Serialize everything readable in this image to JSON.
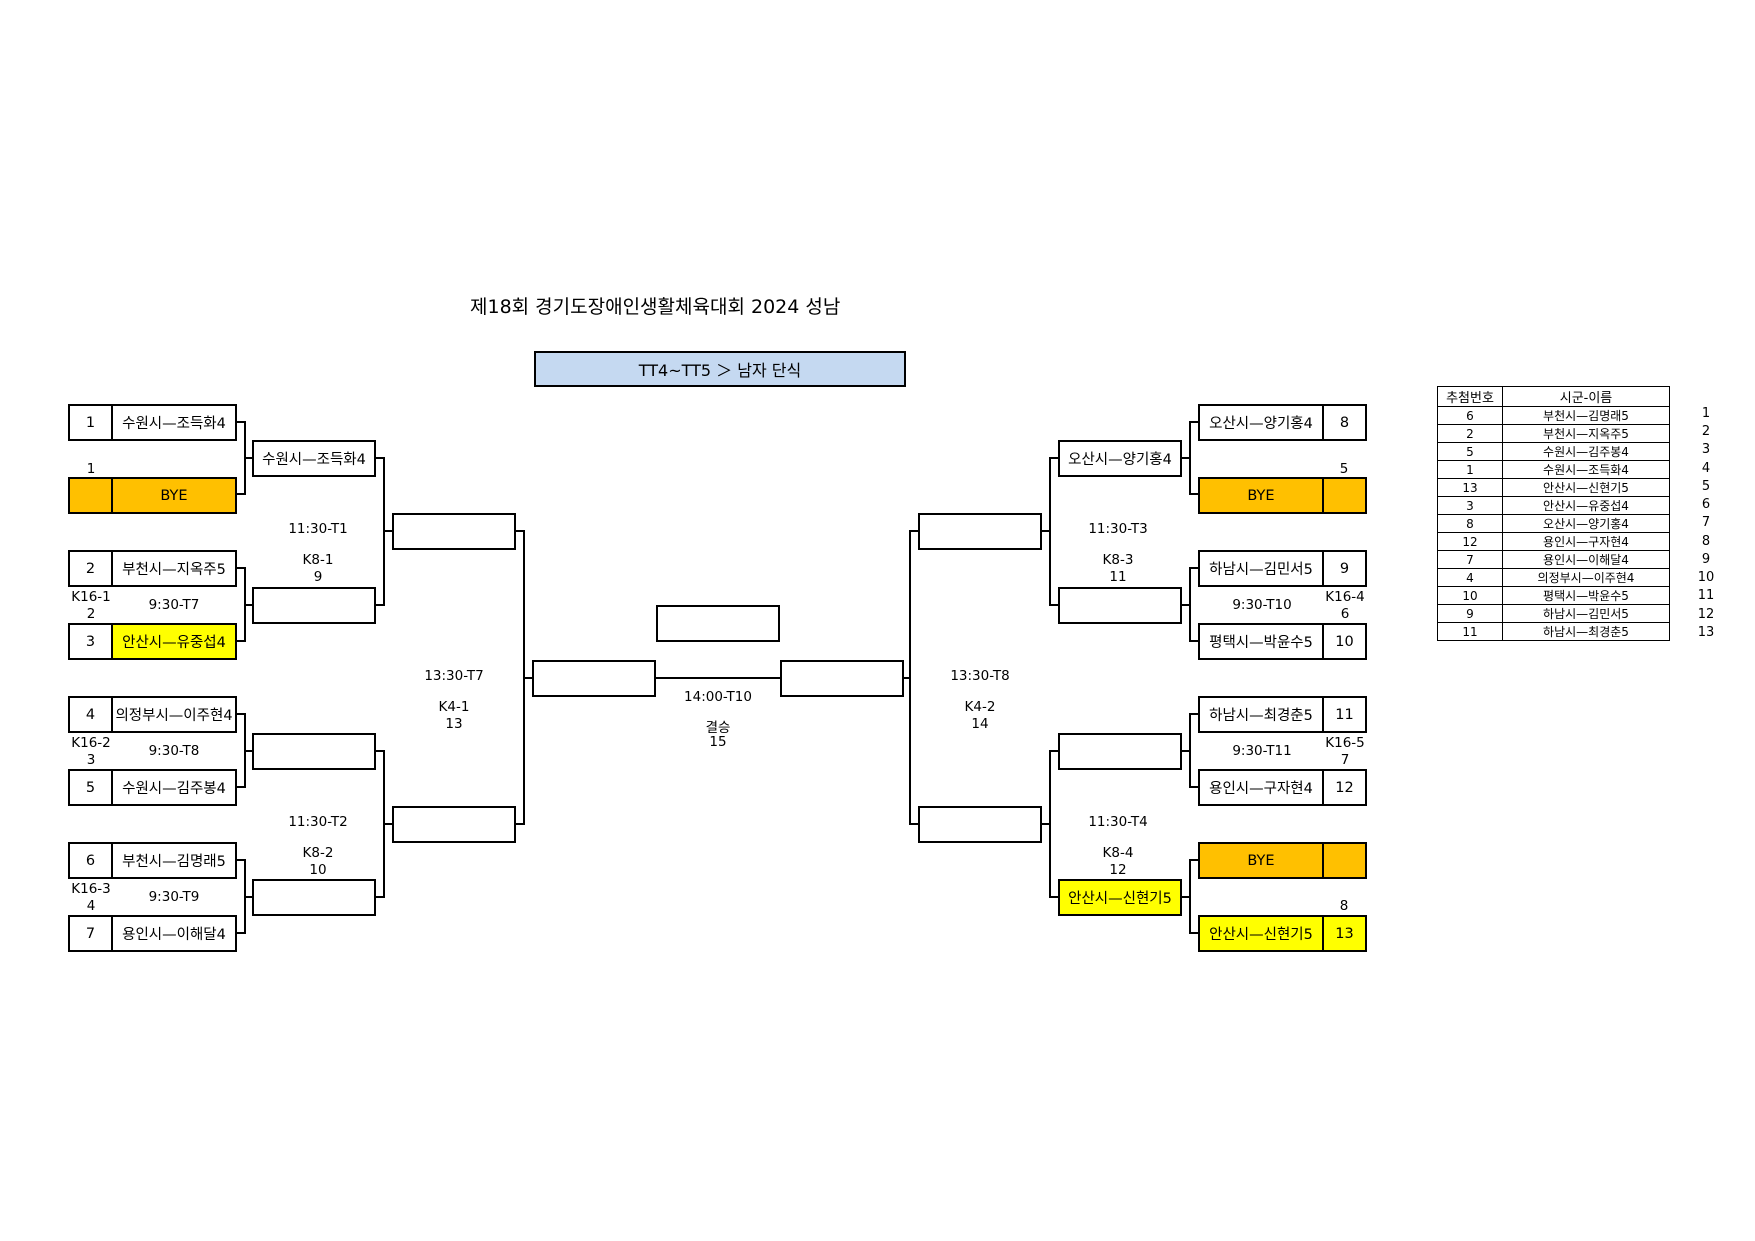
{
  "title": "제18회 경기도장애인생활체육대회 2024 성남",
  "event": "TT4~TT5 ＞ 남자 단식",
  "colors": {
    "bye": "#ffc000",
    "highlight": "#ffff00",
    "event_bg": "#c5d9f1"
  },
  "entries": {
    "L1": {
      "seed": "1",
      "name": "수원시—조득화4"
    },
    "L2": {
      "seed": "",
      "name": "BYE"
    },
    "L3": {
      "seed": "2",
      "name": "부천시—지옥주5"
    },
    "L4": {
      "seed": "3",
      "name": "안산시—유중섭4"
    },
    "L5": {
      "seed": "4",
      "name": "의정부시—이주현4"
    },
    "L6": {
      "seed": "5",
      "name": "수원시—김주봉4"
    },
    "L7": {
      "seed": "6",
      "name": "부천시—김명래5"
    },
    "L8": {
      "seed": "7",
      "name": "용인시—이해달4"
    },
    "R1": {
      "seed": "8",
      "name": "오산시—양기홍4"
    },
    "R2": {
      "seed": "",
      "name": "BYE"
    },
    "R3": {
      "seed": "9",
      "name": "하남시—김민서5"
    },
    "R4": {
      "seed": "10",
      "name": "평택시—박윤수5"
    },
    "R5": {
      "seed": "11",
      "name": "하남시—최경춘5"
    },
    "R6": {
      "seed": "12",
      "name": "용인시—구자현4"
    },
    "R7": {
      "seed": "",
      "name": "BYE"
    },
    "R8": {
      "seed": "13",
      "name": "안산시—신현기5"
    }
  },
  "round2": {
    "L1": "수원시—조득화4",
    "L2": "",
    "L3": "",
    "L4": "",
    "R1": "오산시—양기홍4",
    "R2": "",
    "R3": "",
    "R4": "안산시—신현기5"
  },
  "labels": {
    "l_bye_num": "1",
    "l_k8_1_time": "11:30-T1",
    "l_k8_1_code": "K8-1",
    "l_k8_1_num": "9",
    "l_k16_1_code": "K16-1",
    "l_k16_1_num": "2",
    "l_k16_1_time": "9:30-T7",
    "l_k16_2_code": "K16-2",
    "l_k16_2_num": "3",
    "l_k16_2_time": "9:30-T8",
    "l_k8_2_time": "11:30-T2",
    "l_k8_2_code": "K8-2",
    "l_k8_2_num": "10",
    "l_k16_3_code": "K16-3",
    "l_k16_3_num": "4",
    "l_k16_3_time": "9:30-T9",
    "l_k4_time": "13:30-T7",
    "l_k4_code": "K4-1",
    "l_k4_num": "13",
    "final_time": "14:00-T10",
    "final_code": "결승",
    "final_num": "15",
    "r_k4_time": "13:30-T8",
    "r_k4_code": "K4-2",
    "r_k4_num": "14",
    "r_bye_num": "5",
    "r_k8_3_time": "11:30-T3",
    "r_k8_3_code": "K8-3",
    "r_k8_3_num": "11",
    "r_k16_4_time": "9:30-T10",
    "r_k16_4_code": "K16-4",
    "r_k16_4_num": "6",
    "r_k16_5_time": "9:30-T11",
    "r_k16_5_code": "K16-5",
    "r_k16_5_num": "7",
    "r_k8_4_time": "11:30-T4",
    "r_k8_4_code": "K8-4",
    "r_k8_4_num": "12",
    "r_bye2_num": "8"
  },
  "draw_table": {
    "headers": [
      "추첨번호",
      "시군-이름"
    ],
    "rows": [
      {
        "draw": "6",
        "name": "부천시—김명래5",
        "seq": "1"
      },
      {
        "draw": "2",
        "name": "부천시—지옥주5",
        "seq": "2"
      },
      {
        "draw": "5",
        "name": "수원시—김주봉4",
        "seq": "3"
      },
      {
        "draw": "1",
        "name": "수원시—조득화4",
        "seq": "4"
      },
      {
        "draw": "13",
        "name": "안산시—신현기5",
        "seq": "5"
      },
      {
        "draw": "3",
        "name": "안산시—유중섭4",
        "seq": "6"
      },
      {
        "draw": "8",
        "name": "오산시—양기홍4",
        "seq": "7"
      },
      {
        "draw": "12",
        "name": "용인시—구자현4",
        "seq": "8"
      },
      {
        "draw": "7",
        "name": "용인시—이해달4",
        "seq": "9"
      },
      {
        "draw": "4",
        "name": "의정부시—이주현4",
        "seq": "10"
      },
      {
        "draw": "10",
        "name": "평택시—박윤수5",
        "seq": "11"
      },
      {
        "draw": "9",
        "name": "하남시—김민서5",
        "seq": "12"
      },
      {
        "draw": "11",
        "name": "하남시—최경춘5",
        "seq": "13"
      }
    ]
  }
}
